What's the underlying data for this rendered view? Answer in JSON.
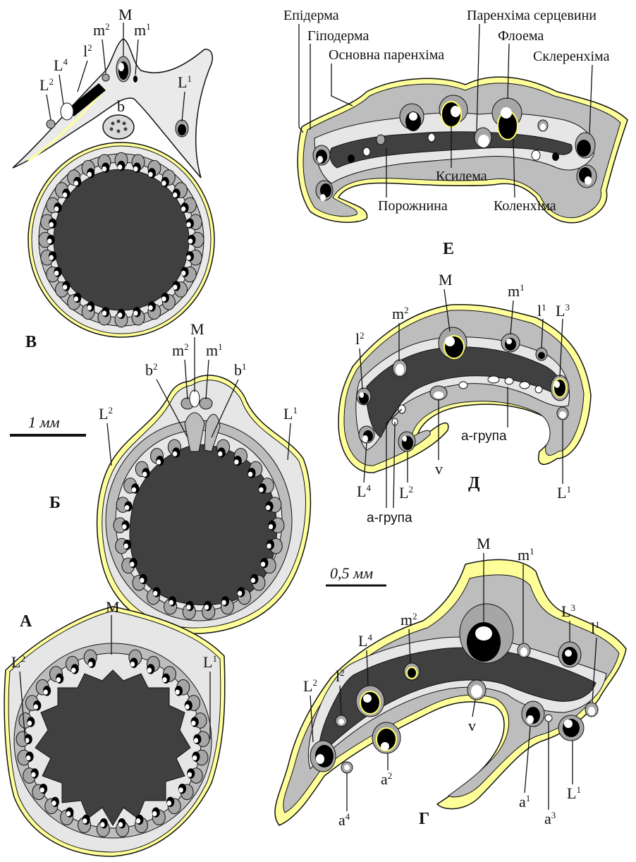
{
  "colors": {
    "epidermis": "#ffffff",
    "hypodermis": "#ffff99",
    "ground_parenchyma": "#d9d9d9",
    "sclerenchyma": "#a6a6a6",
    "pith_cavity": "#404040",
    "xylem": "#000000",
    "collenchyma": "#ffff66",
    "outline": "#111111"
  },
  "panels": {
    "V": {
      "letter": "В",
      "labels": {
        "M": "M",
        "m2": "m",
        "m2s": "2",
        "m1": "m",
        "m1s": "1",
        "l2": "l",
        "l2s": "2",
        "L4": "L",
        "L4s": "4",
        "L2": "L",
        "L2s": "2",
        "L1": "L",
        "L1s": "1",
        "b": "b"
      }
    },
    "B": {
      "letter": "Б",
      "labels": {
        "M": "M",
        "m2": "m",
        "m2s": "2",
        "m1": "m",
        "m1s": "1",
        "b2": "b",
        "b2s": "2",
        "b1": "b",
        "b1s": "1",
        "L2": "L",
        "L2s": "2",
        "L1": "L",
        "L1s": "1"
      }
    },
    "A": {
      "letter": "А",
      "labels": {
        "M": "M",
        "L2": "L",
        "L2s": "2",
        "L1": "L",
        "L1s": "1"
      }
    },
    "E": {
      "letter": "Е",
      "labels": {
        "epidermis": "Епідерма",
        "hypodermis": "Гіподерма",
        "ground": "Основна паренхіма",
        "pith_par": "Паренхіма серцевини",
        "phloem": "Флоема",
        "scler": "Склеренхіма",
        "xylem": "Ксилема",
        "cavity": "Порожнина",
        "collenchyma": "Коленхіма"
      }
    },
    "D": {
      "letter": "Д",
      "labels": {
        "M": "M",
        "m2": "m",
        "m2s": "2",
        "m1": "m",
        "m1s": "1",
        "l1": "l",
        "l1s": "1",
        "L3": "L",
        "L3s": "3",
        "l2": "l",
        "l2s": "2",
        "L4": "L",
        "L4s": "4",
        "L2": "L",
        "L2s": "2",
        "L1": "L",
        "L1s": "1",
        "v": "v",
        "agroup1": "а-група",
        "agroup2": "а-група"
      }
    },
    "G": {
      "letter": "Г",
      "labels": {
        "M": "M",
        "m1": "m",
        "m1s": "1",
        "m2": "m",
        "m2s": "2",
        "L4": "L",
        "L4s": "4",
        "L3": "L",
        "L3s": "3",
        "l1": "l",
        "l1s": "1",
        "l2": "l",
        "l2s": "2",
        "L2": "L",
        "L2s": "2",
        "v": "v",
        "a2": "a",
        "a2s": "2",
        "a4": "a",
        "a4s": "4",
        "a1": "a",
        "a1s": "1",
        "a3": "a",
        "a3s": "3",
        "L1": "L",
        "L1s": "1"
      }
    }
  },
  "scalebars": {
    "large": {
      "label": "1 мм"
    },
    "small": {
      "label": "0,5 мм"
    }
  }
}
